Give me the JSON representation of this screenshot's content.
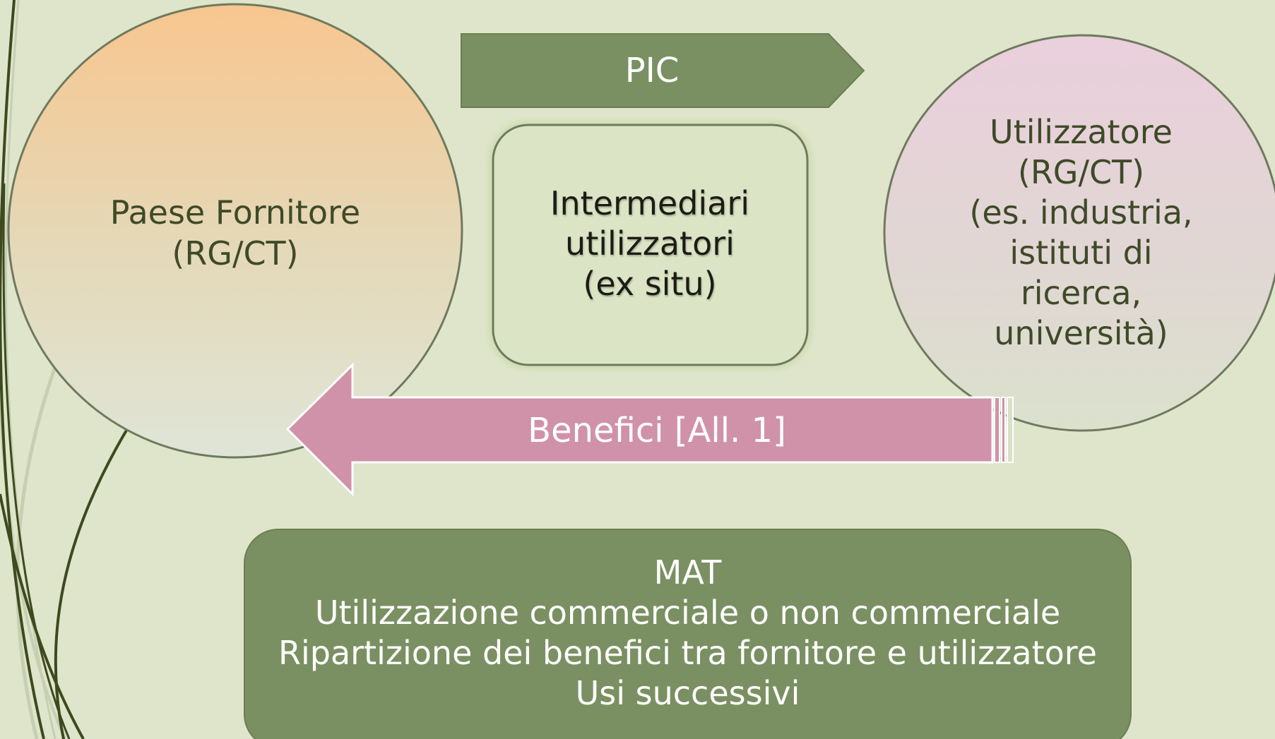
{
  "diagram": {
    "supplier": {
      "lines": [
        "Paese Fornitore",
        "(RG/CT)"
      ]
    },
    "user": {
      "lines": [
        "Utilizzatore",
        "(RG/CT)",
        "(es. industria,",
        "istituti di",
        "ricerca,",
        "università)"
      ]
    },
    "pic": {
      "label": "PIC"
    },
    "intermediaries": {
      "lines": [
        "Intermediari",
        "utilizzatori",
        "(ex situ)"
      ]
    },
    "benefits": {
      "label": "Benefici [All. 1]"
    },
    "mat": {
      "lines": [
        "MAT",
        "Utilizzazione commerciale o non commerciale",
        "Ripartizione dei benefici tra fornitore e utilizzatore",
        "Usi successivi"
      ]
    }
  },
  "colors": {
    "background": "#dfe5cb",
    "green_shape": "#7b9062",
    "pink_arrow": "#d092a8",
    "supplier_gradient_top": "#f8c68f",
    "supplier_gradient_bottom": "#dfe5d7",
    "user_gradient_top": "#eacfdc",
    "user_gradient_bottom": "#dbe1cd",
    "circle_outline": "#6e7a5e",
    "decor_lines": "#3d4a1e"
  }
}
